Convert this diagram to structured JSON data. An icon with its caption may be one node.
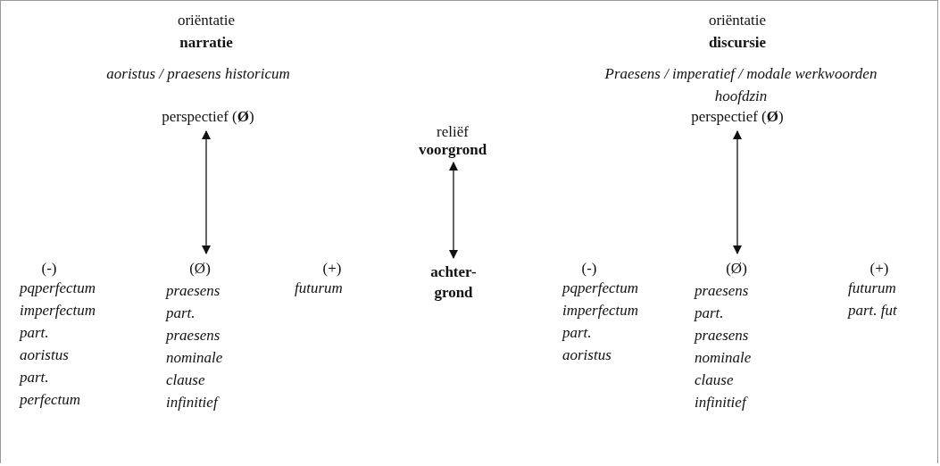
{
  "diagram": {
    "nodes": [
      {
        "text": [
          "perspectief (**Ø**)"
        ]
      },
      {
        "text": [
          "(Ø)",
          "praesens",
          "part. praesens",
          "nominale clause",
          "infinitief"
        ]
      },
      {
        "text": [
          "reliëf",
          "voorgrond"
        ]
      },
      {
        "text": [
          "achter-grond"
        ]
      },
      {
        "text": [
          "perspectief (**Ø**)"
        ]
      },
      {
        "text": [
          "(Ø)",
          "praesens",
          "part. praesens",
          "nominale clause",
          "infinitief"
        ]
      }
    ],
    "edges": [
      {
        "from": 0,
        "to": 1,
        "arrow": "both"
      },
      {
        "from": 2,
        "to": 3,
        "arrow": "both"
      },
      {
        "from": 4,
        "to": 5,
        "arrow": "both"
      }
    ],
    "labels": [
      "oriëntatie",
      "narratie",
      "aoristus / praesens historicum",
      "(-)",
      "pqperfectum",
      "imperfectum",
      "part. aoristus",
      "part. perfectum",
      "(+)",
      "futurum",
      "oriëntatie",
      "discursie",
      "Praesens / imperatief / modale werkwoorden hoofdzin",
      "(-)",
      "pqperfectum",
      "imperfectum",
      "part. aoristus",
      "(+)",
      "futurum",
      "part. fut"
    ]
  }
}
